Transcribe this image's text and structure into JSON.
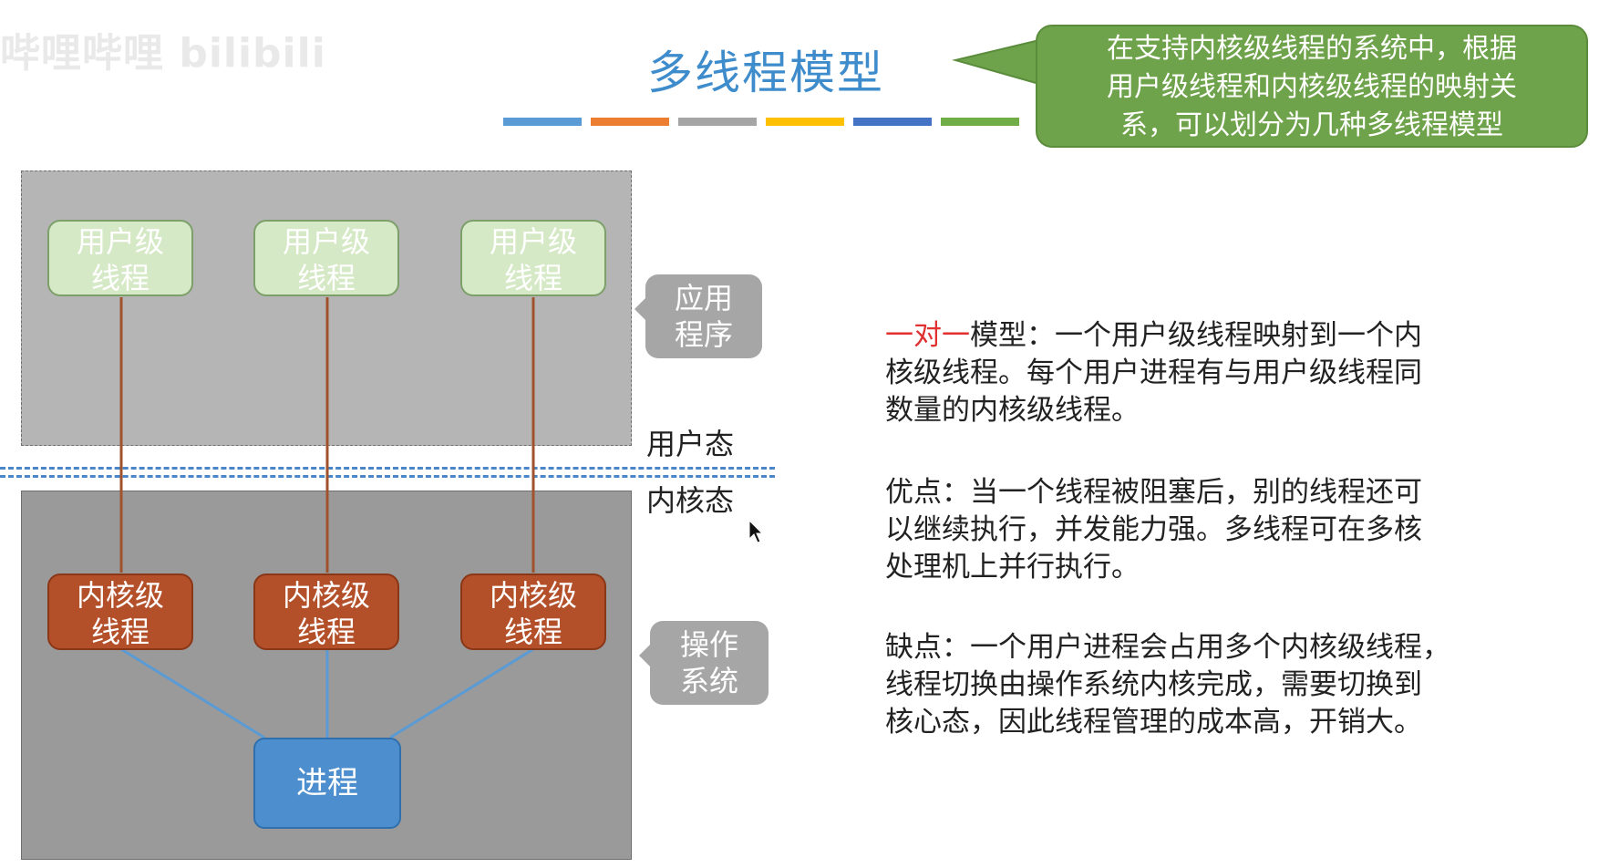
{
  "watermark": "哔哩哔哩 bilibili",
  "title": "多线程模型",
  "color_bars": [
    "#5b9bd5",
    "#ed7d31",
    "#a5a5a5",
    "#ffc000",
    "#4472c4",
    "#70ad47"
  ],
  "callout": {
    "lines": [
      "在支持内核级线程的系统中，根据",
      "用户级线程和内核级线程的映射关",
      "系，可以划分为几种多线程模型"
    ]
  },
  "diagram": {
    "user_threads": [
      {
        "line1": "用户级",
        "line2": "线程"
      },
      {
        "line1": "用户级",
        "line2": "线程"
      },
      {
        "line1": "用户级",
        "line2": "线程"
      }
    ],
    "kernel_threads": [
      {
        "line1": "内核级",
        "line2": "线程"
      },
      {
        "line1": "内核级",
        "line2": "线程"
      },
      {
        "line1": "内核级",
        "line2": "线程"
      }
    ],
    "process": "进程",
    "tag_app": {
      "line1": "应用",
      "line2": "程序"
    },
    "tag_os": {
      "line1": "操作",
      "line2": "系统"
    },
    "user_mode": "用户态",
    "kernel_mode": "内核态",
    "colors": {
      "user_region": "#b5b5b5",
      "kernel_region": "#9a9a9a",
      "user_thread": "#d6e9c6",
      "kernel_thread": "#b3502a",
      "process": "#4d8fce",
      "mapping_line": "#a0522d",
      "process_line": "#5b9bd5",
      "divider": "#4a86c8"
    }
  },
  "description": {
    "model_highlight": "一对一",
    "model_line1_rest": "模型：一个用户级线程映射到一个内",
    "model_line2": "核级线程。每个用户进程有与用户级线程同",
    "model_line3": "数量的内核级线程。",
    "pros_lines": [
      "优点：当一个线程被阻塞后，别的线程还可",
      "以继续执行，并发能力强。多线程可在多核",
      "处理机上并行执行。"
    ],
    "cons_lines": [
      "缺点：一个用户进程会占用多个内核级线程，",
      "线程切换由操作系统内核完成，需要切换到",
      "核心态，因此线程管理的成本高，开销大。"
    ]
  }
}
